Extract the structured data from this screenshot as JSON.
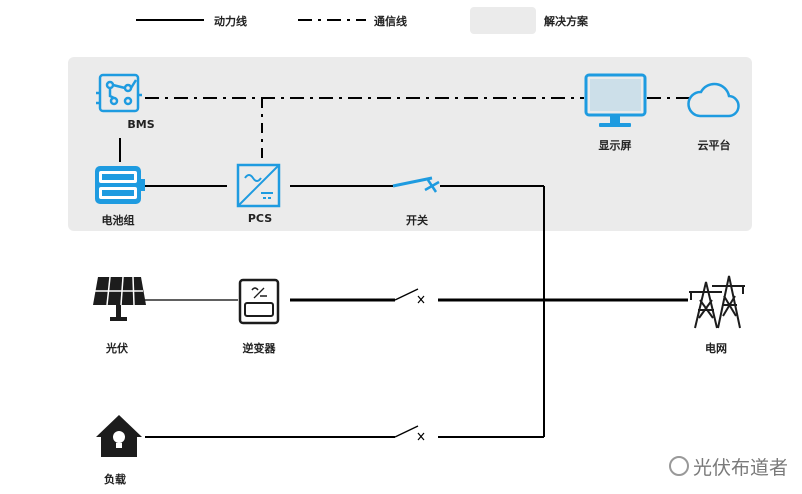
{
  "legend": {
    "power_line": "动力线",
    "comm_line": "通信线",
    "solution": "解决方案"
  },
  "nodes": {
    "bms": "BMS",
    "battery": "电池组",
    "pcs": "PCS",
    "switch": "开关",
    "display": "显示屏",
    "cloud": "云平台",
    "solar": "光伏",
    "inverter": "逆变器",
    "grid": "电网",
    "load": "负载"
  },
  "watermark": "光伏布道者",
  "colors": {
    "device_blue": "#1e9be0",
    "icon_dark": "#1c1c1c",
    "line": "#000000",
    "solution_bg": "#ebebeb"
  }
}
